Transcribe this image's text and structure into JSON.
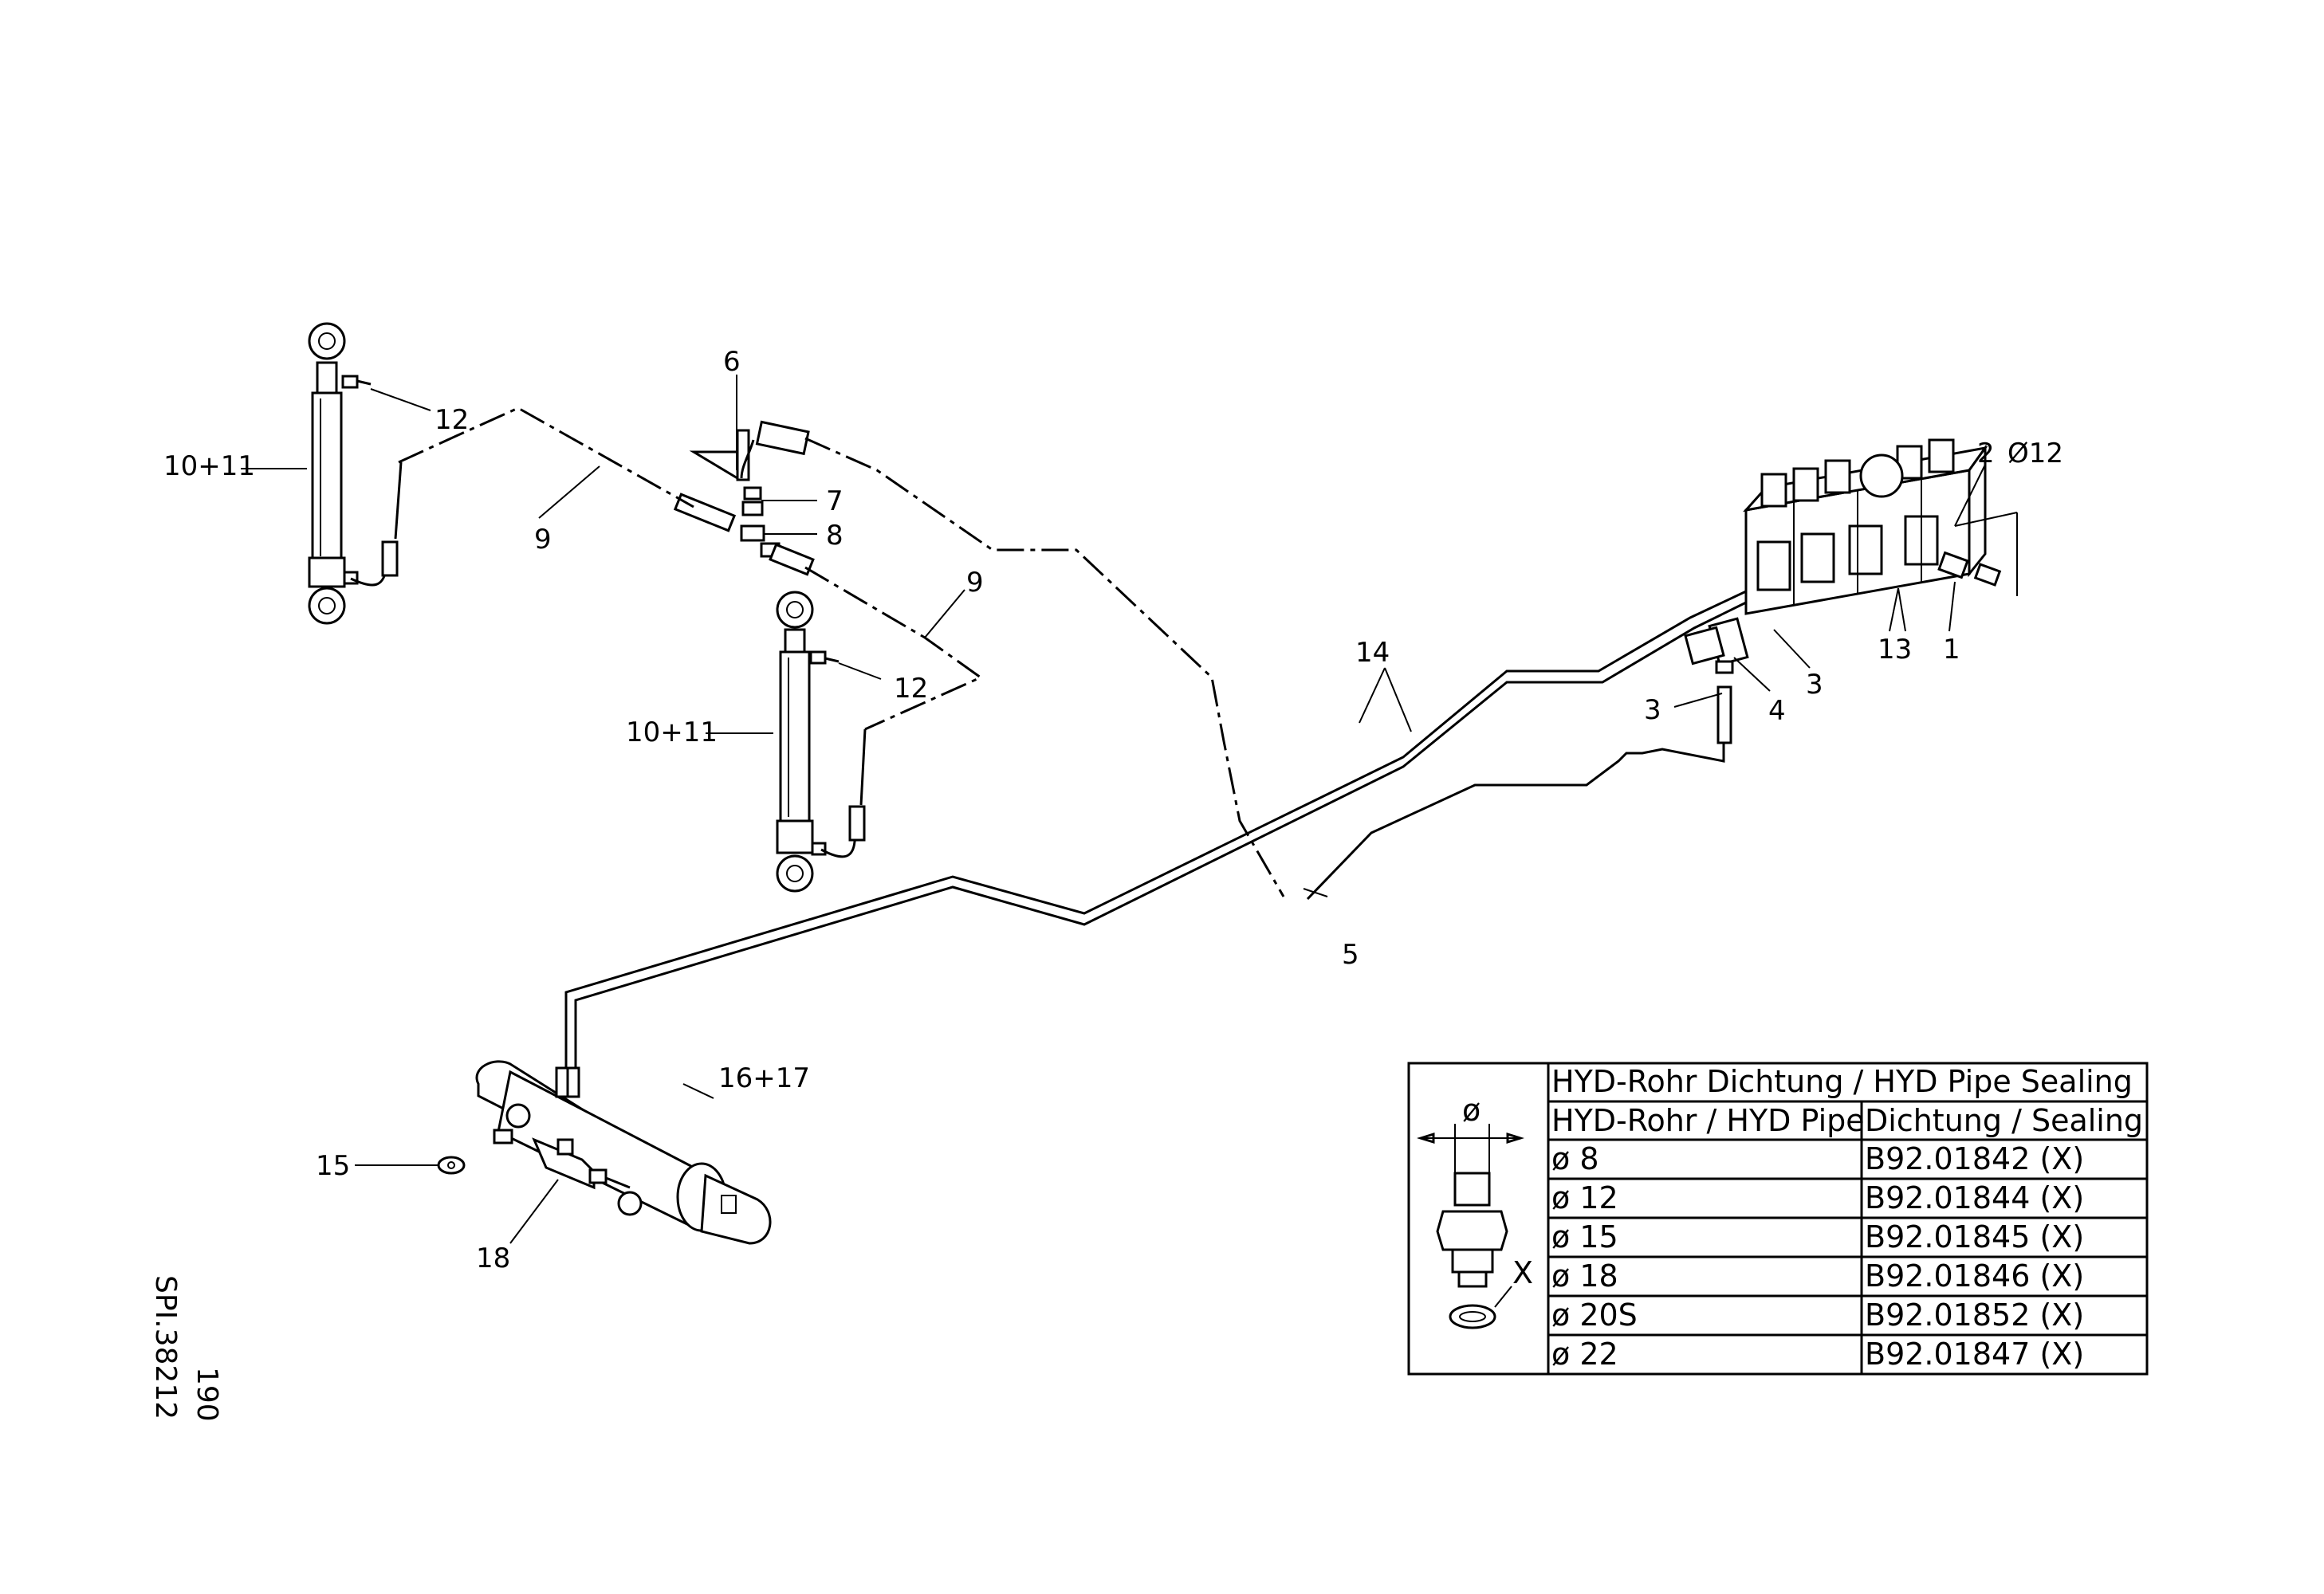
{
  "callouts": {
    "c1": "1",
    "c2": "2",
    "c2_dim": "Ø12",
    "c3a": "3",
    "c3b": "3",
    "c4": "4",
    "c5": "5",
    "c6": "6",
    "c7": "7",
    "c8": "8",
    "c9a": "9",
    "c9b": "9",
    "c10_11a": "10+11",
    "c10_11b": "10+11",
    "c12a": "12",
    "c12b": "12",
    "c13": "13",
    "c14": "14",
    "c15": "15",
    "c16_17": "16+17",
    "c18": "18"
  },
  "side_text": {
    "page": "190",
    "drawing_no": "SPI.38212"
  },
  "sealing_table": {
    "title": "HYD-Rohr Dichtung / HYD Pipe Sealing",
    "col_pipe": "HYD-Rohr / HYD Pipe",
    "col_seal": "Dichtung / Sealing",
    "dia_symbol": "ø",
    "x_marker": "X",
    "rows": [
      {
        "pipe": "ø  8",
        "seal": "B92.01842   (X)"
      },
      {
        "pipe": "ø  12",
        "seal": "B92.01844   (X)"
      },
      {
        "pipe": "ø  15",
        "seal": "B92.01845   (X)"
      },
      {
        "pipe": "ø  18",
        "seal": "B92.01846   (X)"
      },
      {
        "pipe": "ø  20S",
        "seal": "B92.01852   (X)"
      },
      {
        "pipe": "ø  22",
        "seal": "B92.01847   (X)"
      }
    ]
  }
}
